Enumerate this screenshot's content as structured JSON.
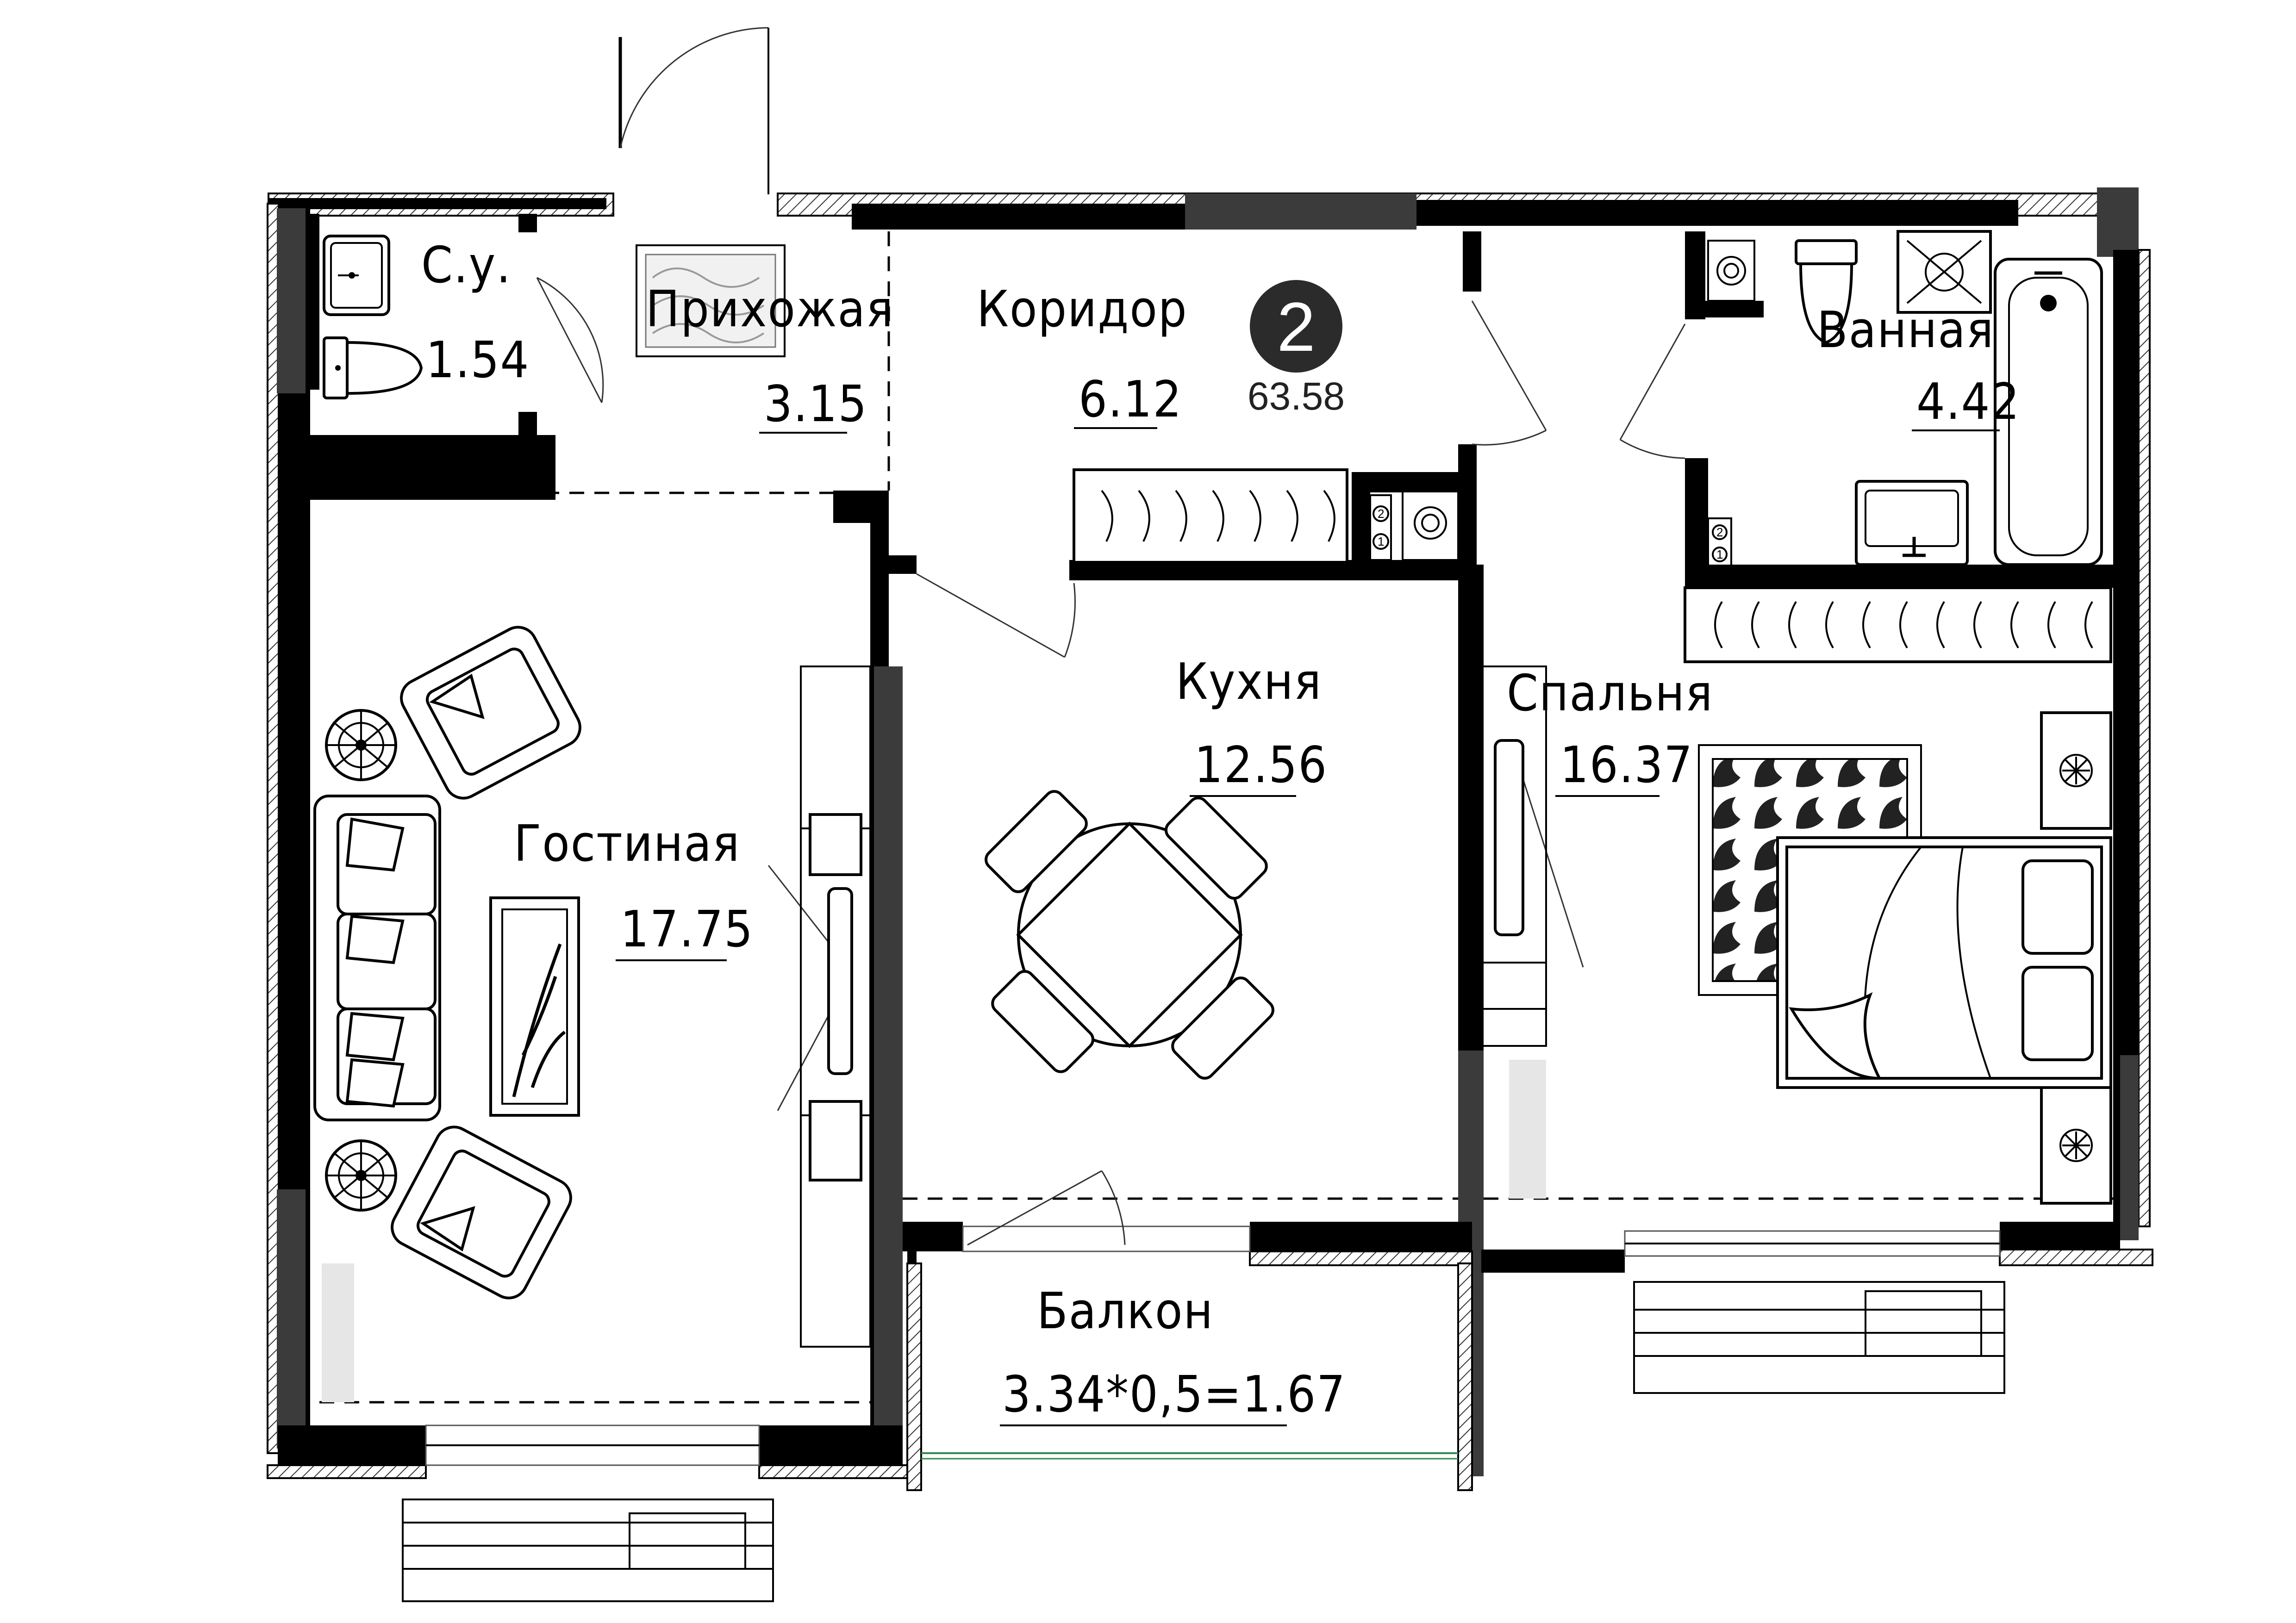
{
  "apartment": {
    "rooms_count": "2",
    "total_area": "63.58"
  },
  "rooms": {
    "wc": {
      "name": "С.у.",
      "area": "1.54"
    },
    "hall": {
      "name": "Прихожая",
      "area": "3.15"
    },
    "corridor": {
      "name": "Коридор",
      "area": "6.12"
    },
    "bathroom": {
      "name": "Ванная",
      "area": "4.42"
    },
    "living": {
      "name": "Гостиная",
      "area": "17.75"
    },
    "kitchen": {
      "name": "Кухня",
      "area": "12.56"
    },
    "bedroom": {
      "name": "Спальня",
      "area": "16.37"
    },
    "balcony": {
      "name": "Балкон",
      "area": "3.34*0,5=1.67"
    }
  },
  "riser_labels": {
    "top": "2",
    "bottom": "1"
  },
  "colors": {
    "wall": "#000000",
    "wall_fill": "#3b3b3b",
    "badge": "#2b2b2b",
    "accent_red": "#b3262b"
  }
}
